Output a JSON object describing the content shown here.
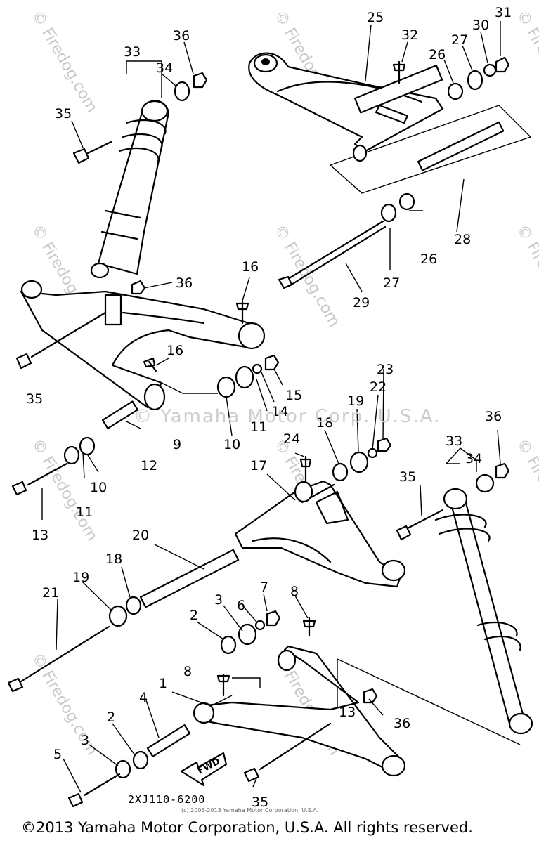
{
  "watermarks": {
    "site": "© Firedog.com",
    "center": "© Yamaha Motor Corp. U.S.A."
  },
  "labels": {
    "p1": "1",
    "p2a": "2",
    "p2b": "2",
    "p3a": "3",
    "p3b": "3",
    "p4": "4",
    "p5": "5",
    "p6": "6",
    "p7": "7",
    "p8a": "8",
    "p8b": "8",
    "p9": "9",
    "p10a": "10",
    "p10b": "10",
    "p11a": "11",
    "p11b": "11",
    "p12": "12",
    "p13a": "13",
    "p13b": "13",
    "p14": "14",
    "p15": "15",
    "p16a": "16",
    "p16b": "16",
    "p17": "17",
    "p18a": "18",
    "p18b": "18",
    "p19a": "19",
    "p19b": "19",
    "p20": "20",
    "p21": "21",
    "p22": "22",
    "p23": "23",
    "p24": "24",
    "p25": "25",
    "p26a": "26",
    "p26b": "26",
    "p27a": "27",
    "p27b": "27",
    "p28": "28",
    "p29": "29",
    "p30": "30",
    "p31": "31",
    "p32": "32",
    "p33a": "33",
    "p33b": "33",
    "p34a": "34",
    "p34b": "34",
    "p35a": "35",
    "p35b": "35",
    "p35c": "35",
    "p35d": "35",
    "p36a": "36",
    "p36b": "36",
    "p36c": "36",
    "p36d": "36"
  },
  "fwd_label": "FWD",
  "diagram_code": "2XJ110-6200",
  "small_copyright": "(c) 2003-2013 Yamaha Motor Corporation, U.S.A.",
  "copyright": "©2013 Yamaha Motor Corporation, U.S.A. All rights reserved."
}
